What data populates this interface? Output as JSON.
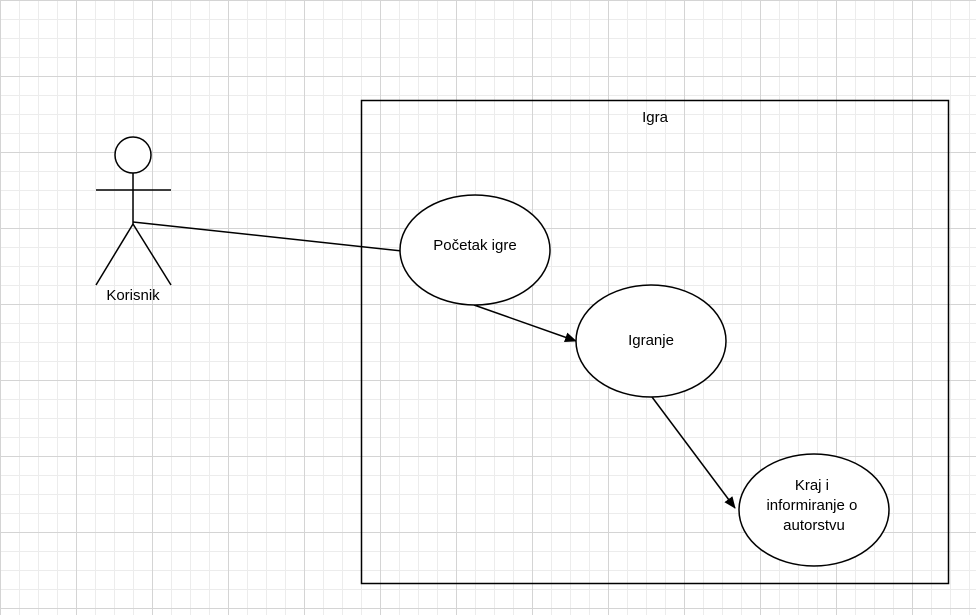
{
  "diagram": {
    "system_boundary": {
      "label": "Igra"
    },
    "actor": {
      "label": "Korisnik"
    },
    "use_cases": [
      {
        "id": "pocetak",
        "lines": [
          "Početak igre"
        ]
      },
      {
        "id": "igranje",
        "lines": [
          "Igranje"
        ]
      },
      {
        "id": "kraj",
        "lines": [
          "Kraj i",
          "informiranje o",
          "autorstvu"
        ]
      }
    ],
    "relations": [
      {
        "from": "Korisnik",
        "to": "Početak igre",
        "kind": "association"
      },
      {
        "from": "Početak igre",
        "to": "Igranje",
        "kind": "directed"
      },
      {
        "from": "Igranje",
        "to": "Kraj i informiranje o autorstvu",
        "kind": "directed"
      }
    ],
    "colors": {
      "stroke": "#000000",
      "fill": "#ffffff",
      "grid_major": "#d4d4d4",
      "grid_minor": "#ececec"
    }
  }
}
